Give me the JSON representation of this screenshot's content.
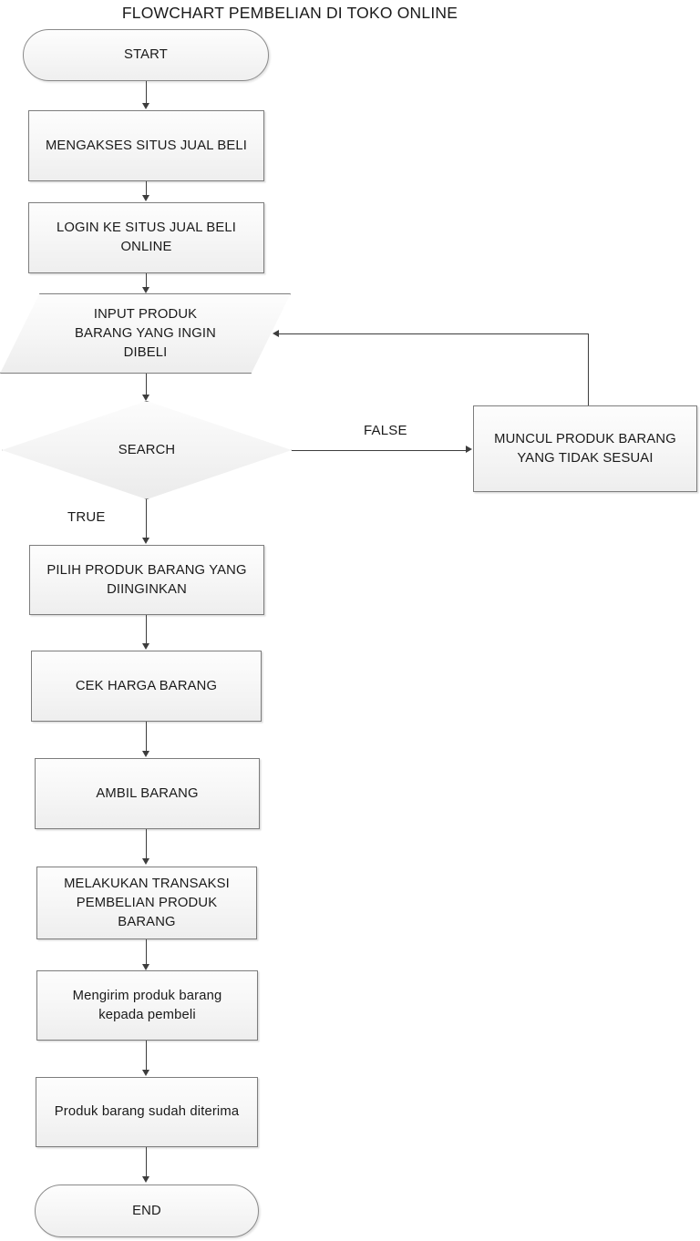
{
  "title": "FLOWCHART PEMBELIAN DI TOKO ONLINE",
  "diagram": {
    "type": "flowchart",
    "orientation": "top-to-bottom",
    "nodes": [
      {
        "id": "start",
        "shape": "terminator",
        "label": "START"
      },
      {
        "id": "akses",
        "shape": "process",
        "label": "MENGAKSES SITUS JUAL BELI"
      },
      {
        "id": "login",
        "shape": "process",
        "label": "LOGIN KE SITUS JUAL BELI\nONLINE"
      },
      {
        "id": "input",
        "shape": "io",
        "label": "INPUT PRODUK\nBARANG YANG INGIN\nDIBELI"
      },
      {
        "id": "search",
        "shape": "decision",
        "label": "SEARCH"
      },
      {
        "id": "muncul",
        "shape": "process",
        "label": "MUNCUL PRODUK BARANG\nYANG TIDAK SESUAI"
      },
      {
        "id": "pilih",
        "shape": "process",
        "label": "PILIH PRODUK BARANG YANG\nDIINGINKAN"
      },
      {
        "id": "cek",
        "shape": "process",
        "label": "CEK HARGA BARANG"
      },
      {
        "id": "ambil",
        "shape": "process",
        "label": "AMBIL BARANG"
      },
      {
        "id": "transaksi",
        "shape": "process",
        "label": "MELAKUKAN TRANSAKSI\nPEMBELIAN PRODUK\nBARANG"
      },
      {
        "id": "kirim",
        "shape": "process",
        "label": "Mengirim produk barang\nkepada pembeli"
      },
      {
        "id": "diterima",
        "shape": "process",
        "label": "Produk barang sudah diterima"
      },
      {
        "id": "end",
        "shape": "terminator",
        "label": "END"
      }
    ],
    "edge_labels": {
      "search_true": "TRUE",
      "search_false": "FALSE"
    },
    "edges": [
      {
        "from": "start",
        "to": "akses",
        "label": ""
      },
      {
        "from": "akses",
        "to": "login",
        "label": ""
      },
      {
        "from": "login",
        "to": "input",
        "label": ""
      },
      {
        "from": "input",
        "to": "search",
        "label": ""
      },
      {
        "from": "search",
        "to": "muncul",
        "label": "FALSE"
      },
      {
        "from": "search",
        "to": "pilih",
        "label": "TRUE"
      },
      {
        "from": "muncul",
        "to": "input",
        "label": ""
      },
      {
        "from": "pilih",
        "to": "cek",
        "label": ""
      },
      {
        "from": "cek",
        "to": "ambil",
        "label": ""
      },
      {
        "from": "ambil",
        "to": "transaksi",
        "label": ""
      },
      {
        "from": "transaksi",
        "to": "kirim",
        "label": ""
      },
      {
        "from": "kirim",
        "to": "diterima",
        "label": ""
      },
      {
        "from": "diterima",
        "to": "end",
        "label": ""
      }
    ]
  },
  "colors": {
    "node_border": "#7d7d7d",
    "node_fill_top": "#fdfdfd",
    "node_fill_bottom": "#eeeeee",
    "connector": "#3d3d3d",
    "text": "#1a1a1a",
    "background": "#ffffff"
  }
}
